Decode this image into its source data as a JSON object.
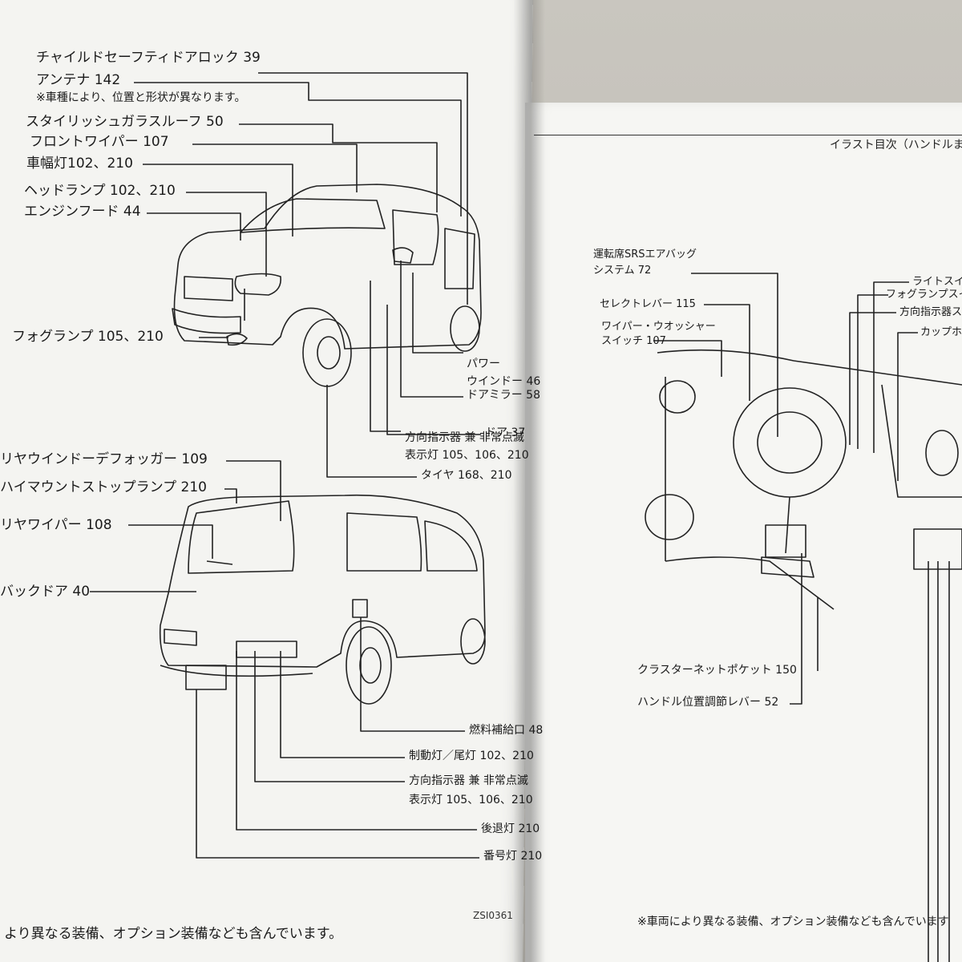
{
  "left_page": {
    "front_labels": {
      "child_lock": "チャイルドセーフティドアロック 39",
      "antenna": "アンテナ 142",
      "antenna_note": "※車種により、位置と形状が異なります。",
      "stylish_roof": "スタイリッシュガラスルーフ 50",
      "front_wiper": "フロントワイパー 107",
      "side_lamp": "車幅灯102、210",
      "headlamp": "ヘッドランプ 102、210",
      "engine_hood": "エンジンフード 44",
      "fog_lamp": "フォグランプ 105、210",
      "power_window_1": "パワー",
      "power_window_2": "ウインドー 46",
      "door_mirror": "ドアミラー 58",
      "door": "ドア 37",
      "turn_signal_1": "方向指示器 兼 非常点滅",
      "turn_signal_2": "表示灯 105、106、210",
      "tire": "タイヤ 168、210"
    },
    "rear_labels": {
      "rear_defogger": "リヤウインドーデフォッガー 109",
      "high_mount": "ハイマウントストップランプ 210",
      "rear_wiper": "リヤワイパー 108",
      "back_door": "バックドア 40",
      "fuel": "燃料補給口 48",
      "brake_tail": "制動灯／尾灯 102、210",
      "turn_signal_1": "方向指示器 兼 非常点滅",
      "turn_signal_2": "表示灯 105、106、210",
      "reverse": "後退灯 210",
      "license": "番号灯 210"
    },
    "figure_code": "ZSI0361",
    "footer": "より異なる装備、オプション装備なども含んでいます。"
  },
  "right_page": {
    "header": "イラスト目次（ハンドルま",
    "labels": {
      "airbag_1": "運転席SRSエアバッグ",
      "airbag_2": "システム 72",
      "select_lever": "セレクトレバー 115",
      "wiper_1": "ワイパー・ウオッシャー",
      "wiper_2": "スイッチ 107",
      "light_sw": "ライトスイ",
      "fog_sw": "フォグランプスイ",
      "turn_sw": "方向指示器ス",
      "cup_holder": "カップホ",
      "cluster_pocket": "クラスターネットポケット 150",
      "handle_lever": "ハンドル位置調節レバー 52"
    },
    "footer": "※車両により異なる装備、オプション装備なども含んでいます"
  }
}
